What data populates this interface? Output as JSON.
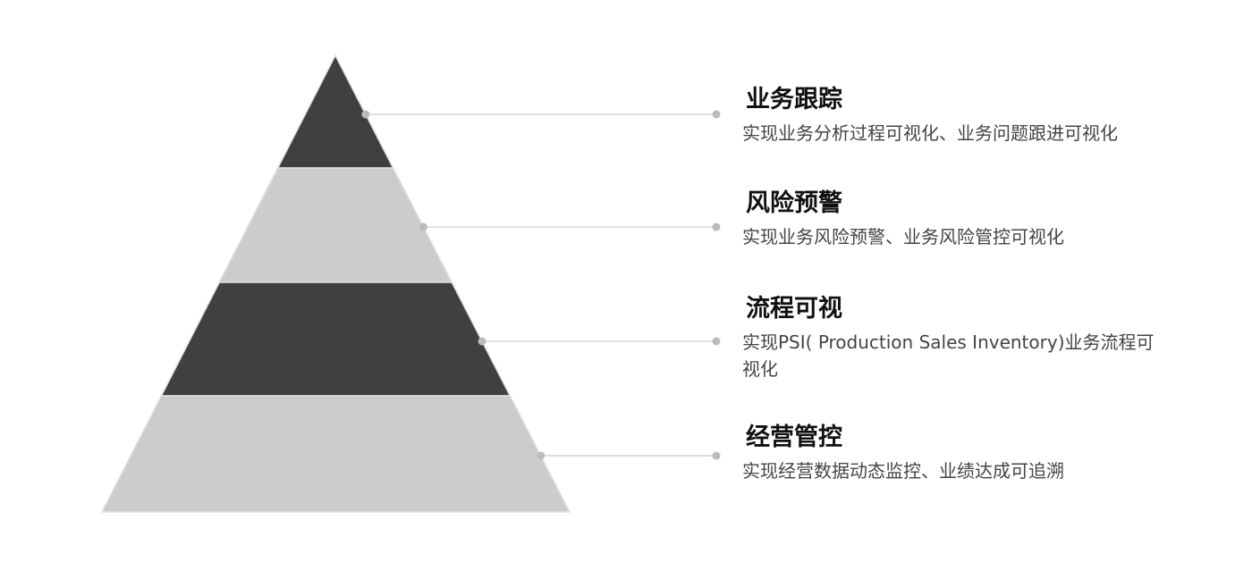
{
  "levels": [
    {
      "title": "业务跟踪",
      "description": "实现业务分析过程可视化、业务问题跟进可视化",
      "fill": "#404040"
    },
    {
      "title": "风险预警",
      "description": "实现业务风险预警、业务风险管控可视化",
      "fill": "#cccccc"
    },
    {
      "title": "流程可视",
      "description": "实现PSI( Production Sales Inventory)业务流程可视化",
      "fill": "#404040"
    },
    {
      "title": "经营管控",
      "description": "实现经营数据动态监控、业绩达成可追溯",
      "fill": "#cccccc"
    }
  ],
  "colors": {
    "connector": "#cccccc",
    "dot": "#bbbbbb",
    "outline": "#e0e0e0"
  }
}
